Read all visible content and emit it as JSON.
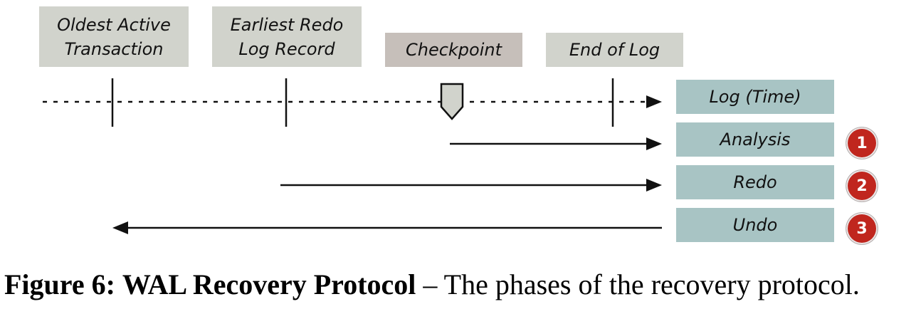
{
  "markers": {
    "oldest_active": "Oldest Active\nTransaction",
    "earliest_redo": "Earliest Redo\nLog Record",
    "checkpoint": "Checkpoint",
    "end_of_log": "End of Log"
  },
  "timeline_label": "Log (Time)",
  "phases": [
    {
      "label": "Analysis",
      "number": "1",
      "direction": "forward"
    },
    {
      "label": "Redo",
      "number": "2",
      "direction": "forward"
    },
    {
      "label": "Undo",
      "number": "3",
      "direction": "backward"
    }
  ],
  "colors": {
    "marker_box": "#d1d3cc",
    "checkpoint_box": "#c6bfba",
    "phase_box": "#a8c4c4",
    "badge": "#c0261e"
  },
  "caption": {
    "figure": "Figure 6:",
    "title": "WAL Recovery Protocol",
    "dash": "–",
    "text": "The phases of the recovery protocol."
  }
}
